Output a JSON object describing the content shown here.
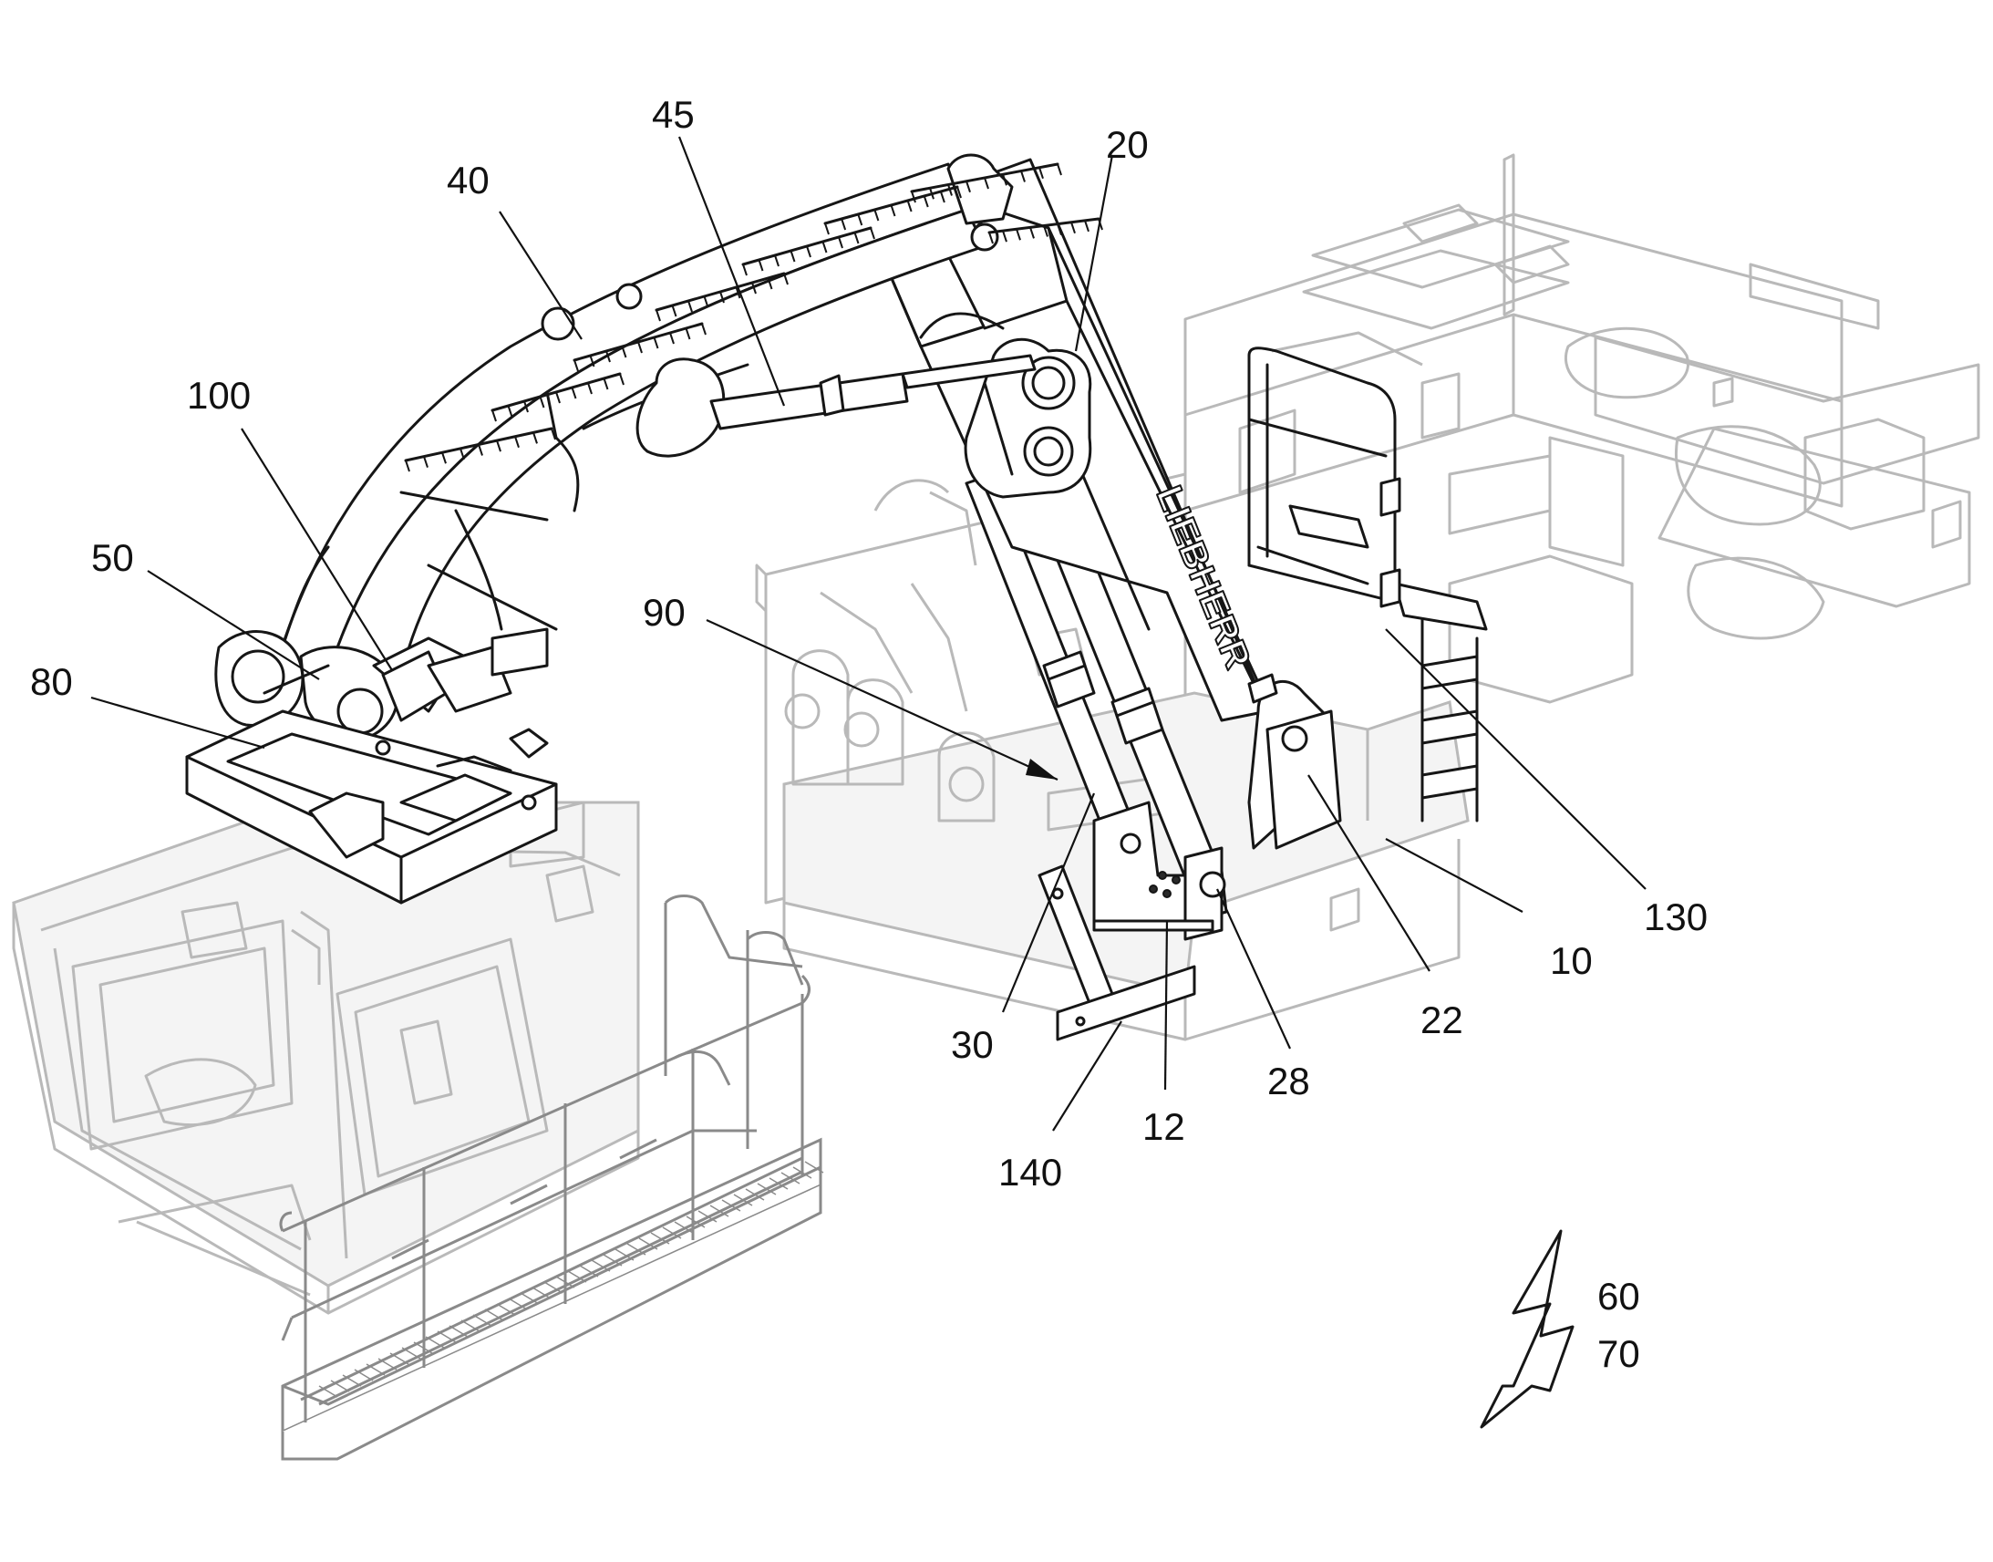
{
  "figure": {
    "brand_text": "LIEBHERR",
    "reference_numerals": [
      {
        "id": "45",
        "text": "45"
      },
      {
        "id": "40",
        "text": "40"
      },
      {
        "id": "20",
        "text": "20"
      },
      {
        "id": "100",
        "text": "100"
      },
      {
        "id": "50",
        "text": "50"
      },
      {
        "id": "80",
        "text": "80"
      },
      {
        "id": "90",
        "text": "90"
      },
      {
        "id": "130",
        "text": "130"
      },
      {
        "id": "10",
        "text": "10"
      },
      {
        "id": "22",
        "text": "22"
      },
      {
        "id": "30",
        "text": "30"
      },
      {
        "id": "28",
        "text": "28"
      },
      {
        "id": "12",
        "text": "12"
      },
      {
        "id": "140",
        "text": "140"
      },
      {
        "id": "60",
        "text": "60"
      },
      {
        "id": "70",
        "text": "70"
      }
    ]
  }
}
